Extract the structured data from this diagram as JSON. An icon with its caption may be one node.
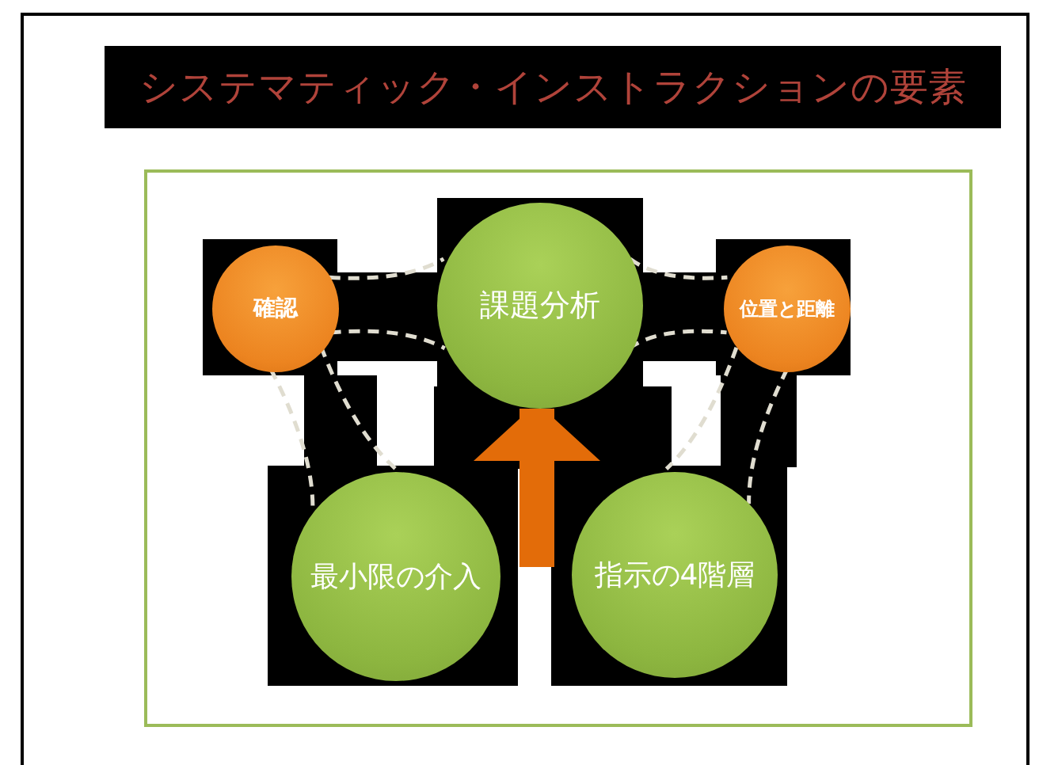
{
  "diagram": {
    "title": "システマティック・インストラクションの要素",
    "nodes": [
      {
        "text": [],
        "shape": "box"
      },
      {
        "text": [
          "確認"
        ],
        "in": 0
      },
      {
        "text": [
          "課題分析"
        ],
        "in": 0
      },
      {
        "text": [
          "位置と距離"
        ],
        "in": 0
      },
      {
        "text": [
          "最小限の介入"
        ],
        "in": 0
      },
      {
        "text": [
          "指示の4階層"
        ],
        "in": 0
      }
    ],
    "edges": [
      {
        "from": 1,
        "to": 2,
        "arrow": "none",
        "style": "dashed"
      },
      {
        "from": 1,
        "to": 2,
        "arrow": "none",
        "style": "dashed"
      },
      {
        "from": 2,
        "to": 3,
        "arrow": "none",
        "style": "dashed"
      },
      {
        "from": 2,
        "to": 3,
        "arrow": "none",
        "style": "dashed"
      },
      {
        "from": 1,
        "to": 4,
        "arrow": "none",
        "style": "dashed"
      },
      {
        "from": 1,
        "to": 4,
        "arrow": "none",
        "style": "dashed"
      },
      {
        "from": 3,
        "to": 5,
        "arrow": "none",
        "style": "dashed"
      },
      {
        "from": 3,
        "to": 5,
        "arrow": "none",
        "style": "dashed"
      },
      {
        "from": null,
        "to": 2,
        "arrow": "to",
        "style": "thick",
        "color": "#e36c09"
      }
    ]
  }
}
